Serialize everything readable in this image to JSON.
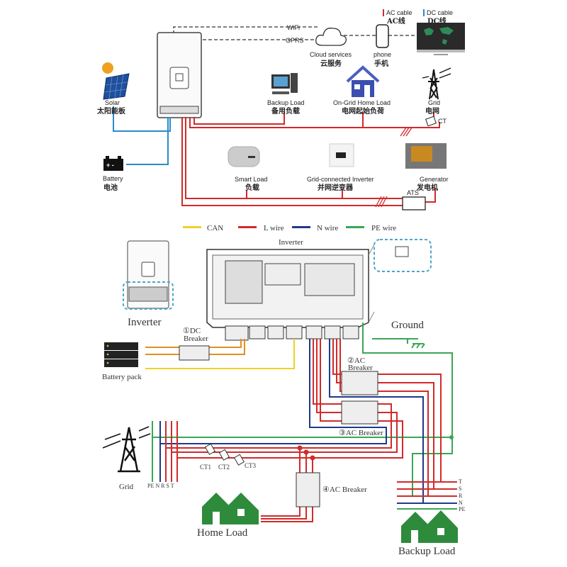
{
  "top": {
    "legend": {
      "ac_cable": "AC cable",
      "ac_cable_cn": "AC线",
      "dc_cable": "DC cable",
      "dc_cable_cn": "DC线"
    },
    "links": {
      "wifi": "WiFi",
      "gprs": "GPRS"
    },
    "cloud": {
      "label": "Cloud services",
      "label_cn": "云服务"
    },
    "phone": {
      "label": "phone",
      "label_cn": "手机"
    },
    "solar": {
      "label": "Solar",
      "label_cn": "太阳能板"
    },
    "backup_load": {
      "label": "Backup Load",
      "label_cn": "备用负载"
    },
    "home_load": {
      "label": "On-Grid Home Load",
      "label_cn": "电网起始负荷"
    },
    "grid": {
      "label": "Grid",
      "label_cn": "电网"
    },
    "ct": "CT",
    "battery": {
      "label": "Battery",
      "label_cn": "电池"
    },
    "smart_load": {
      "label": "Smart Load",
      "label_cn": "负载"
    },
    "grid_inverter": {
      "label": "Grid-connected Inverter",
      "label_cn": "并网逆变器"
    },
    "generator": {
      "label": "Generator",
      "label_cn": "发电机"
    },
    "ats": "ATS"
  },
  "wire_legend": [
    {
      "label": "CAN",
      "color": "#f2d024"
    },
    {
      "label": "L wire",
      "color": "#d22a2a"
    },
    {
      "label": "N wire",
      "color": "#1e3a8a"
    },
    {
      "label": "PE wire",
      "color": "#3aa655"
    }
  ],
  "bottom": {
    "inverter_title": "Inverter",
    "inverter_small": "Inverter",
    "battery_pack": "Battery pack",
    "dc_breaker": {
      "line1": "①DC",
      "line2": "Breaker"
    },
    "ground": "Ground",
    "ac_breaker_2": {
      "line1": "②AC",
      "line2": "Breaker"
    },
    "ac_breaker_3": "③AC Breaker",
    "ac_breaker_4": "④AC Breaker",
    "grid": "Grid",
    "grid_lines": "PE N R S T",
    "cts": [
      "CT1",
      "CT2",
      "CT3"
    ],
    "home_load": "Home Load",
    "backup_load": "Backup Load",
    "backup_lines": [
      "T",
      "S",
      "R",
      "N",
      "PE"
    ]
  }
}
